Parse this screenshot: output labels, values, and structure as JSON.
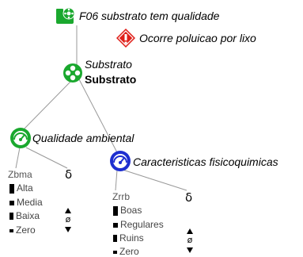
{
  "nodes": {
    "f06": {
      "label": "F06 substrato tem qualidade"
    },
    "poluicao": {
      "label": "Ocorre poluicao por lixo"
    },
    "substrato": {
      "label_italic": "Substrato",
      "label_bold": "Substrato"
    },
    "qualidade": {
      "label": "Qualidade ambiental"
    },
    "caracteristicas": {
      "label": "Caracteristicas fisicoquimicas"
    }
  },
  "qualidade_vars": {
    "name": "Zbma",
    "states": [
      "Alta",
      "Media",
      "Baixa",
      "Zero"
    ],
    "delta": "δ",
    "zero_symbol": "ø"
  },
  "caracteristicas_vars": {
    "name": "Zrrb",
    "states": [
      "Boas",
      "Regulares",
      "Ruins",
      "Zero"
    ],
    "delta": "δ",
    "zero_symbol": "ø"
  },
  "colors": {
    "green": "#1aa82e",
    "red": "#e0201a",
    "blue": "#1e2fd0"
  }
}
